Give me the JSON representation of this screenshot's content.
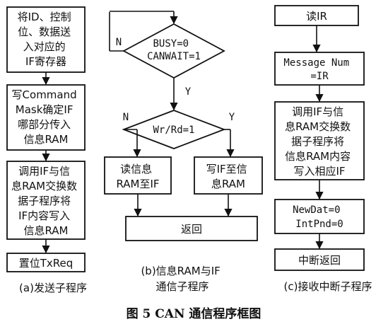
{
  "figure_title": "图 5   CAN 通信程序框图",
  "panel_a": {
    "step1": [
      "将ID、控制",
      "位、数据送",
      "入对应的",
      "IF寄存器"
    ],
    "step2": [
      "写Command",
      "Mask确定IF",
      "哪部分传入",
      "信息RAM"
    ],
    "step3": [
      "调用IF与信",
      "息RAM交换数",
      "据子程序将",
      "IF内容写入",
      "信息RAM"
    ],
    "step4": "置位TxReq",
    "caption": "(a)发送子程序"
  },
  "panel_b": {
    "cond1": [
      "BUSY=0",
      "CANWAIT=1"
    ],
    "cond1_no": "N",
    "cond1_yes": "Y",
    "cond2": "Wr/Rd=1",
    "cond2_no": "N",
    "cond2_yes": "Y",
    "read_box": [
      "读信息",
      "RAM至IF"
    ],
    "write_box": [
      "写IF至信",
      "息RAM"
    ],
    "return_box": "返回",
    "caption": [
      "(b)信息RAM与IF",
      "通信子程序"
    ]
  },
  "panel_c": {
    "step1": "读IR",
    "step2": [
      "Message Num",
      "=IR"
    ],
    "step3": [
      "调用IF与信",
      "息RAM交换数",
      "据子程序将",
      "信息RAM内容",
      "写入相应IF"
    ],
    "step4": [
      "NewDat=0",
      "IntPnd=0"
    ],
    "step5": "中断返回",
    "caption": "(c)接收中断子程序"
  }
}
